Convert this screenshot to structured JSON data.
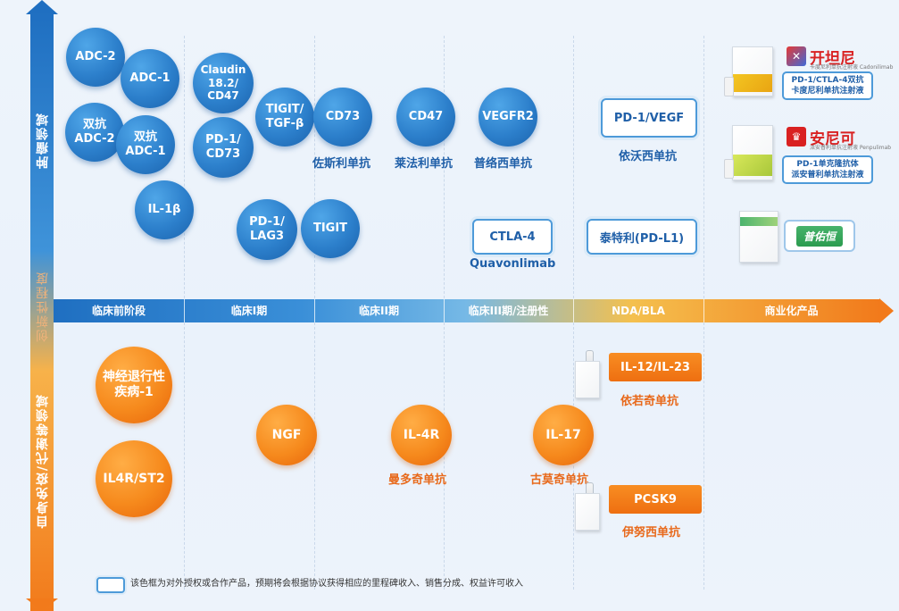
{
  "axes": {
    "vertical_top": "肿瘤领域",
    "vertical_middle": "创新性程度",
    "vertical_bottom": "自身免疫/代谢等领域"
  },
  "stages": [
    "临床前阶段",
    "临床I期",
    "临床II期",
    "临床III期/注册性",
    "NDA/BLA",
    "商业化产品"
  ],
  "oncology": {
    "targets": {
      "adc2": "ADC-2",
      "adc1": "ADC-1",
      "dual_adc2": "双抗\nADC-2",
      "dual_adc1": "双抗\nADC-1",
      "il1b": "IL-1β",
      "claudin": "Claudin\n18.2/\nCD47",
      "pd1_cd73": "PD-1/\nCD73",
      "tigit_tgfb": "TIGIT/\nTGF-β",
      "pd1_lag3": "PD-1/\nLAG3",
      "tigit": "TIGIT",
      "cd73": "CD73",
      "cd47": "CD47",
      "vegfr2": "VEGFR2"
    },
    "drugs": {
      "cd73": "佐斯利单抗",
      "cd47": "莱法利单抗",
      "vegfr2": "普络西单抗",
      "ctla4": "Quavonlimab",
      "pd1_vegf": "依沃西单抗"
    },
    "boxes": {
      "ctla4": "CTLA-4",
      "pd1_vegf": "PD-1/VEGF",
      "pdl1": "泰特利(PD-L1)"
    },
    "products": {
      "kaitanni_logo": "开坦尼",
      "kaitanni_logo_sub": "卡度尼利单抗注射液 Cadonilimab",
      "kaitanni_desc_1": "PD-1/CTLA-4双抗",
      "kaitanni_desc_2": "卡度尼利单抗注射液",
      "anni_logo": "安尼可",
      "anni_logo_sub": "派安普利单抗注射液 Penpulimab",
      "anni_desc_1": "PD-1单克隆抗体",
      "anni_desc_2": "派安普利单抗注射液",
      "puyouheng": "普佑恒"
    }
  },
  "autoimmune": {
    "targets": {
      "neuro": "神经退行性\n疾病-1",
      "il4r_st2": "IL4R/ST2",
      "ngf": "NGF",
      "il4r": "IL-4R",
      "il17": "IL-17"
    },
    "drugs": {
      "il4r": "曼多奇单抗",
      "il17": "古莫奇单抗",
      "il12": "依若奇单抗",
      "pcsk9": "伊努西单抗"
    },
    "boxes": {
      "il12": "IL-12/IL-23",
      "pcsk9": "PCSK9"
    }
  },
  "legend": "该色框为对外授权或合作产品，预期将会根据协议获得相应的里程碑收入、销售分成、权益许可收入",
  "colors": {
    "blue": "#2c7fcb",
    "orange": "#f68a1d",
    "blue_text": "#1f5fa8",
    "orange_text": "#e8691b"
  }
}
